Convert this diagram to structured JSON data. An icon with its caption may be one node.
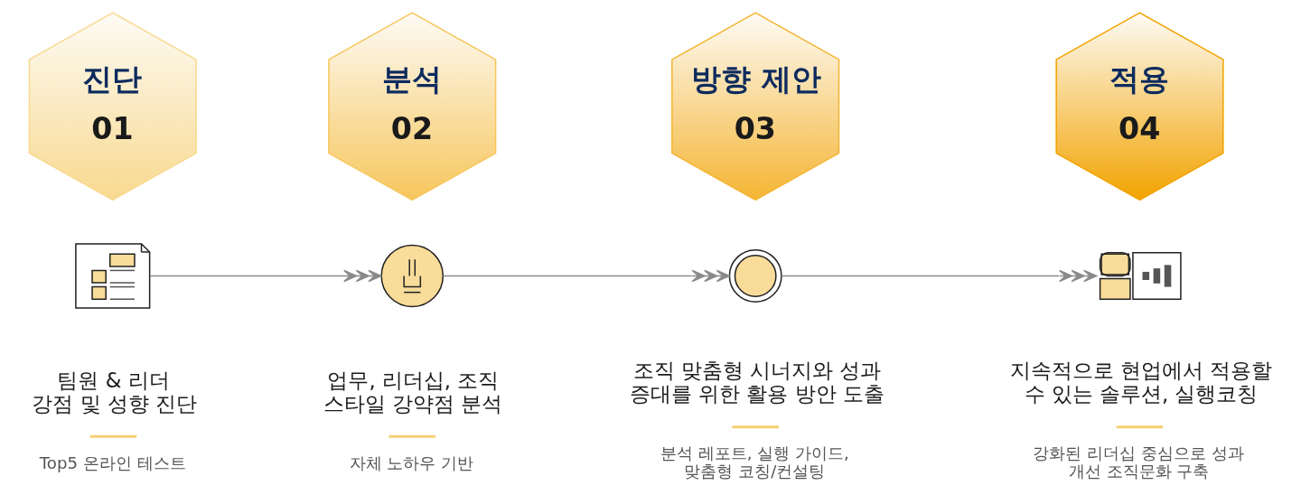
{
  "diagram": {
    "nodes": [
      {
        "text": [
          "진단",
          "01"
        ]
      },
      {
        "text": [],
        "shape": "picture",
        "beside": [
          "팀원 & 리더 강점 및 성향 진단",
          "Top5 온라인 테스트"
        ]
      },
      {
        "text": [
          "분석",
          "02"
        ]
      },
      {
        "text": [],
        "shape": "picture",
        "beside": [
          "업무, 리더십, 조직 스타일 강약점 분석",
          "자체 노하우 기반"
        ]
      },
      {
        "text": [
          "방향 제안",
          "03"
        ]
      },
      {
        "text": [],
        "shape": "picture",
        "beside": [
          "조직 맞춤형 시너지와 성과 증대를 위한 활용 방안 도출",
          "분석 레포트, 실행 가이드, 맞춤형 코칭/컨설팅"
        ]
      },
      {
        "text": [
          "적용",
          "04"
        ]
      },
      {
        "text": [],
        "shape": "picture",
        "beside": [
          "지속적으로 현업에서 적용할 수 있는 솔루션, 실행코칭",
          "강화된 리더십 중심으로 성과 개선 조직문화 구축"
        ]
      }
    ],
    "edges": [
      {
        "from": 1,
        "to": 3,
        "arrow": "to"
      },
      {
        "from": 3,
        "to": 5,
        "arrow": "to"
      },
      {
        "from": 5,
        "to": 7,
        "arrow": "to"
      }
    ]
  }
}
